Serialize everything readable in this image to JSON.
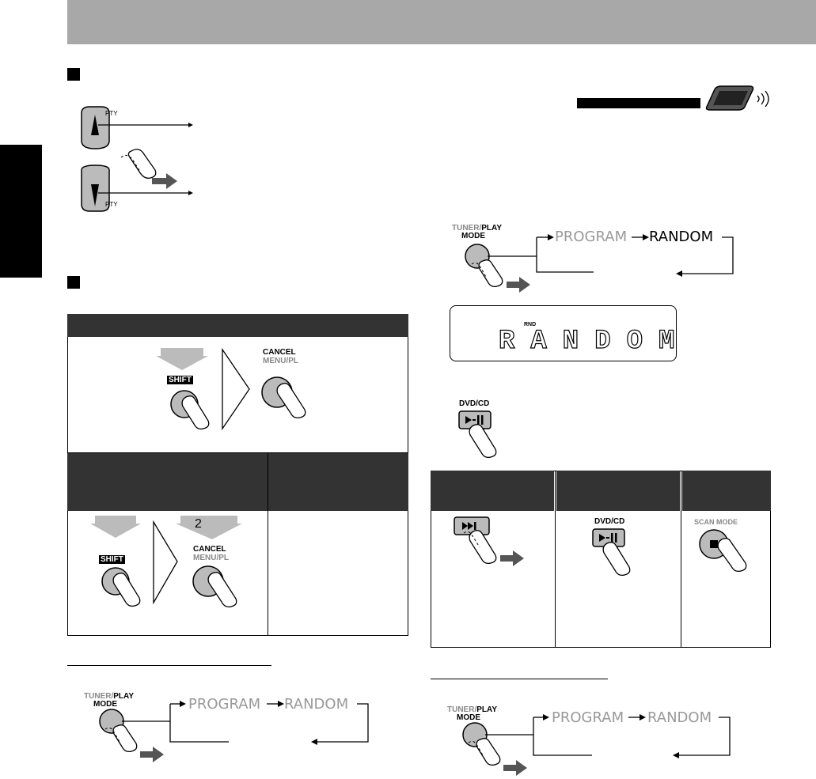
{
  "labels": {
    "pty_plus": "PTY",
    "pty_minus": "PTY",
    "shift": "SHIFT",
    "cancel": "CANCEL",
    "menu_pl": "MENU/PL",
    "step_2": "2",
    "tuner_play": "TUNER/",
    "play": "PLAY",
    "mode": "MODE",
    "program": "PROGRAM",
    "random": "RANDOM",
    "rnd_indicator": "RND",
    "display_text": "RANDOM",
    "dvd_cd": "DVD/CD",
    "scan_mode": "SCAN MODE"
  }
}
